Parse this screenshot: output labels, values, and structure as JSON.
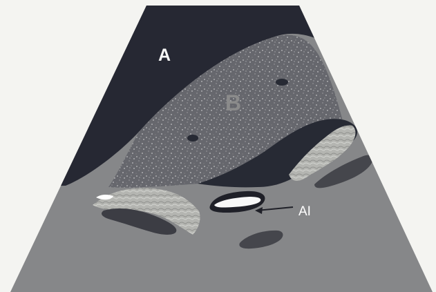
{
  "labels": {
    "a": "A",
    "b": "B",
    "ai": "AI"
  },
  "colors": {
    "background": "#f4f4f1",
    "dark_region": "#262833",
    "speckled_region": "#66676d",
    "lower_region": "#868789",
    "vessel_dark": "#2f3038",
    "bright_fibrous": "#b7b8b5",
    "lesion_outline": "#1f2028",
    "lesion_highlight": "#f8f8f8"
  }
}
